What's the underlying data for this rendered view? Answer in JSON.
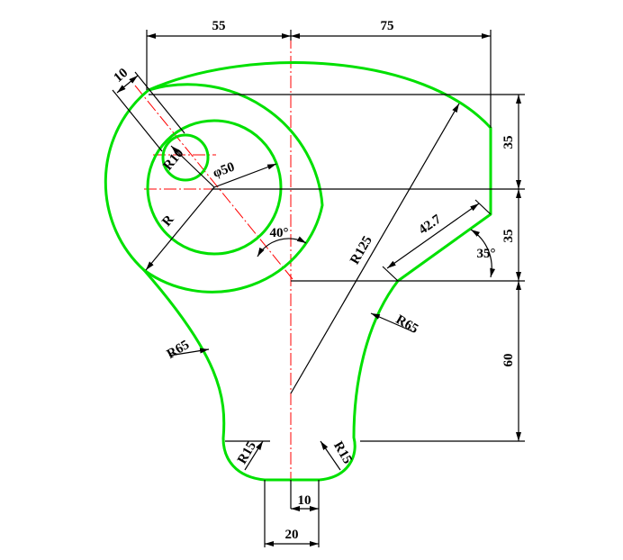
{
  "dimensions": {
    "top_left": "55",
    "top_right": "75",
    "slot_width": "10",
    "small_radius": "R10",
    "diameter": "φ50",
    "variable_radius": "R",
    "angle": "40°",
    "big_radius": "R125",
    "chamfer_length": "42.7",
    "right_upper": "35",
    "right_lower": "35",
    "chamfer_angle": "35°",
    "left_arc": "R65",
    "right_arc": "R65",
    "right_height": "60",
    "fillet_left": "R15",
    "fillet_right": "R15",
    "bottom_inner": "10",
    "bottom_width": "20"
  },
  "colors": {
    "outline": "#00e000",
    "centerline": "#ff0000",
    "dimension": "#000000"
  }
}
